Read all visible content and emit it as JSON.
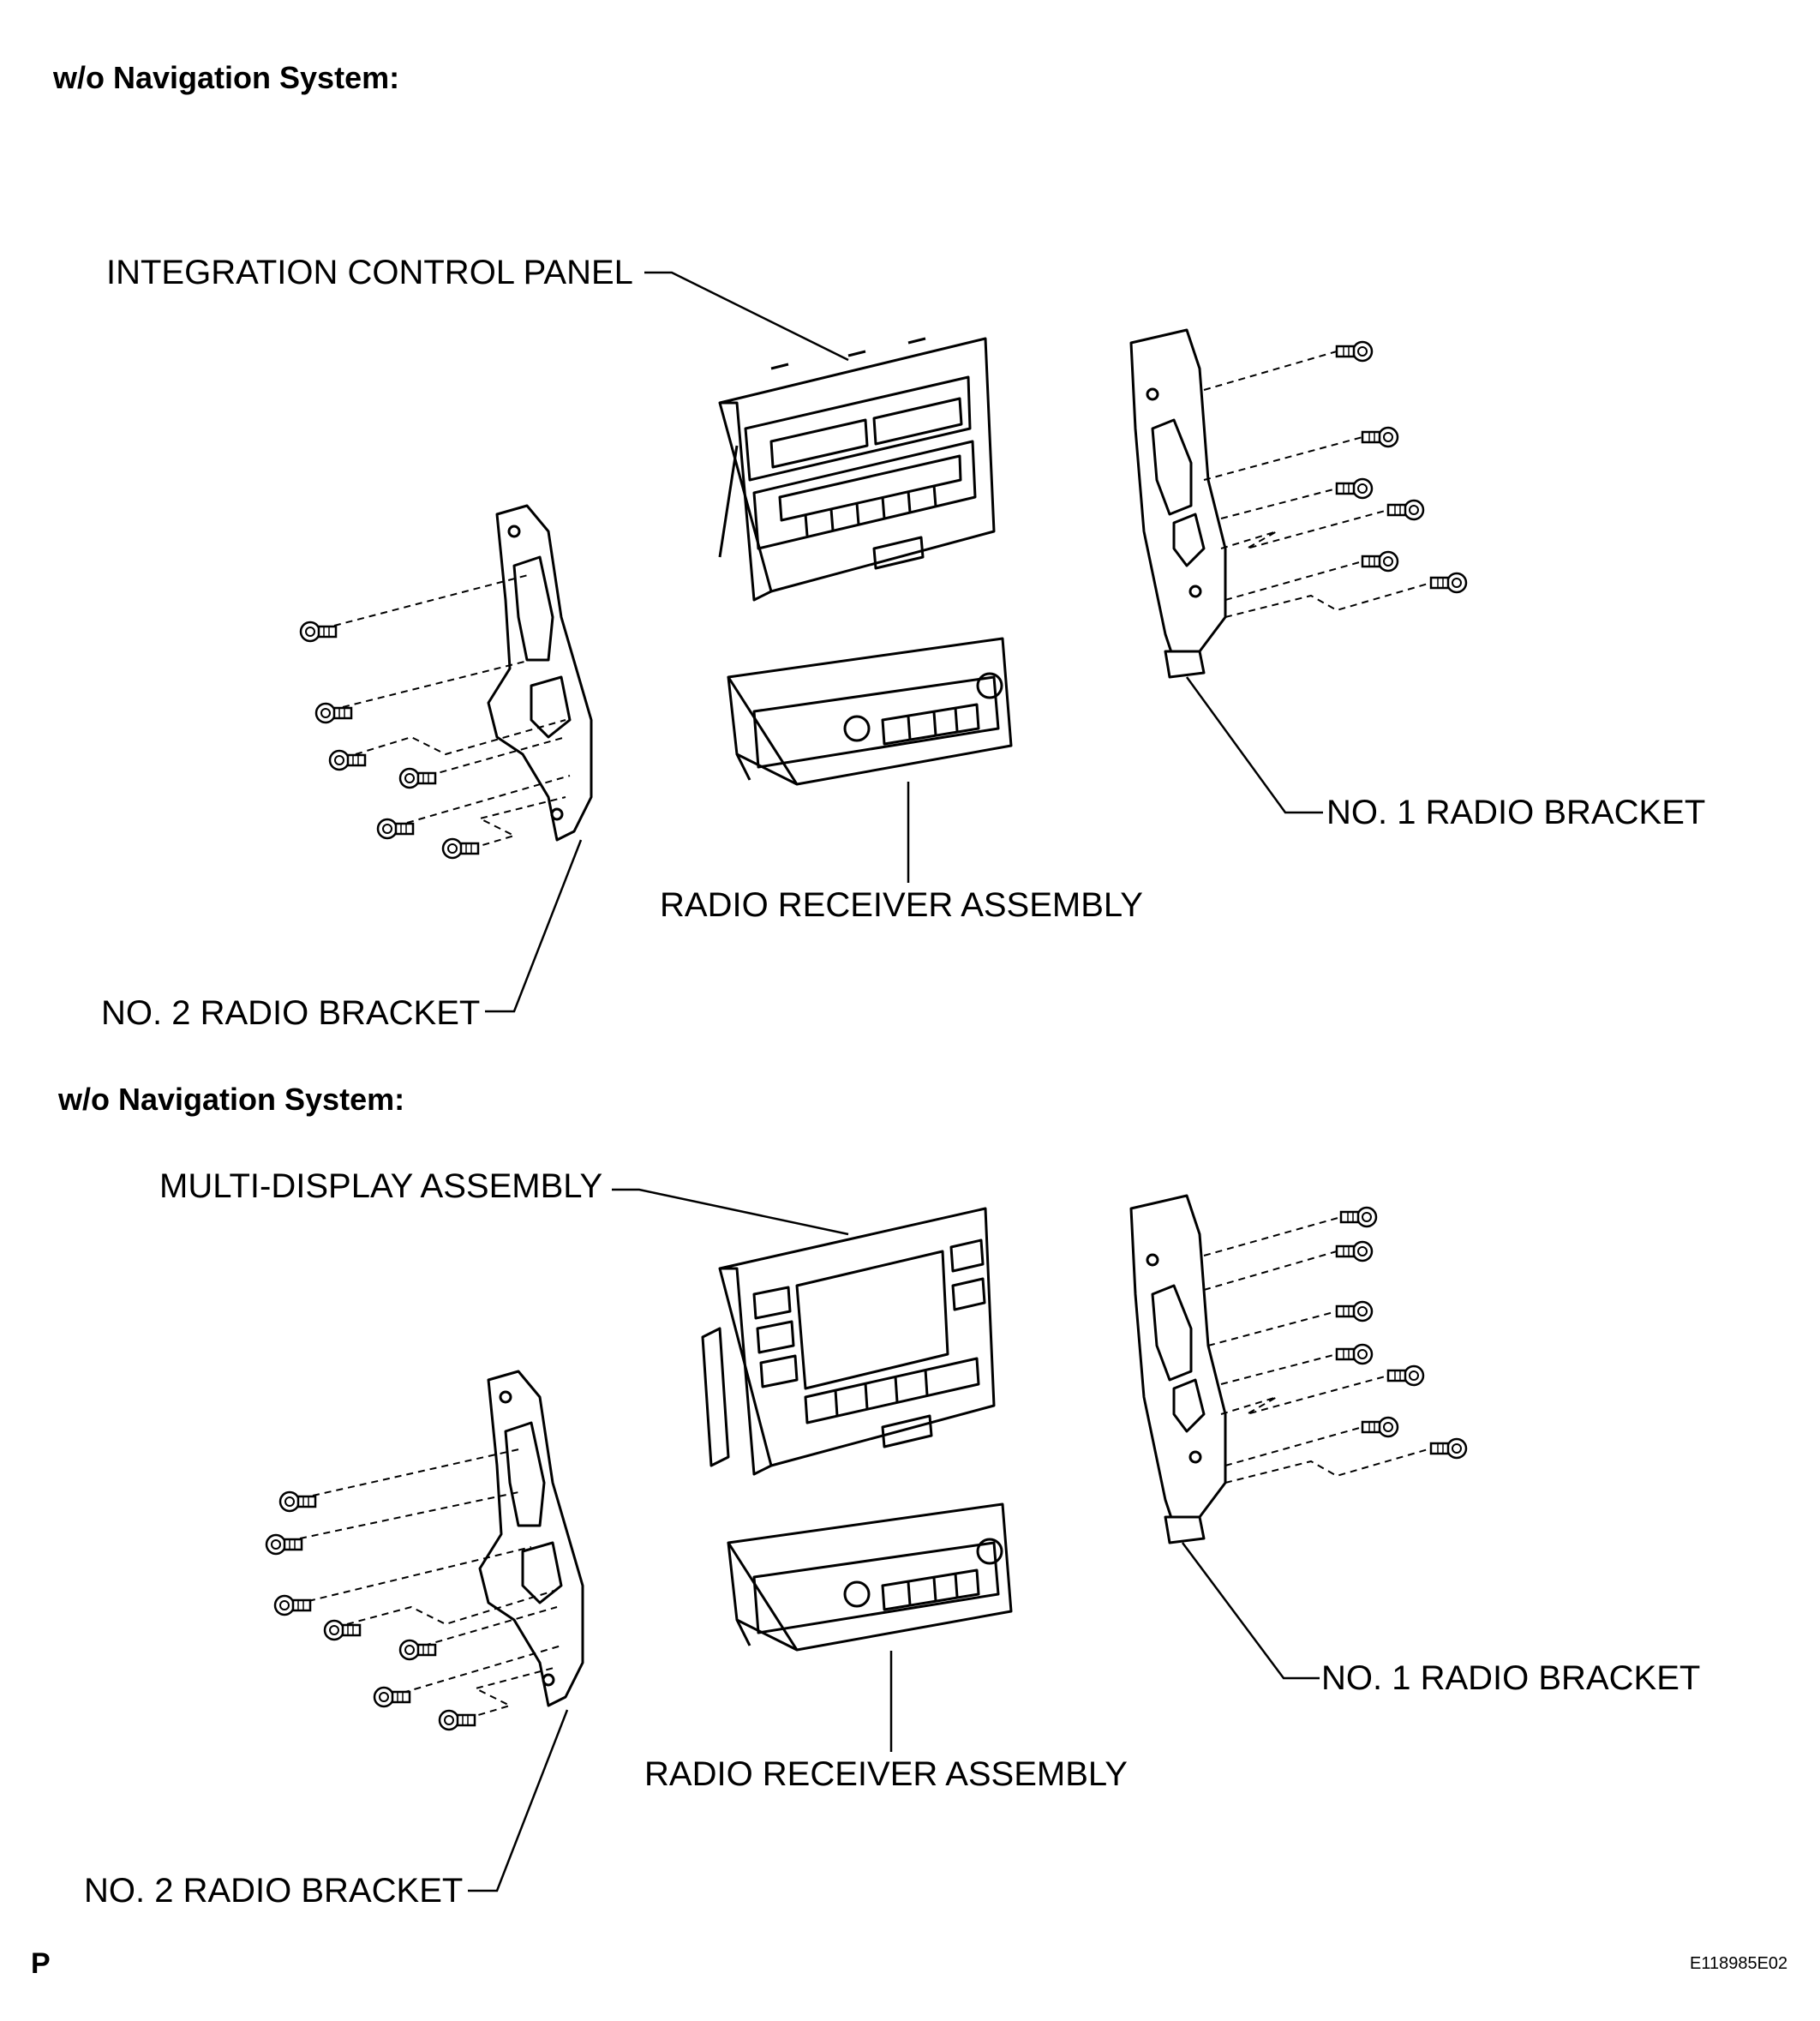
{
  "section_top": {
    "heading": "w/o Navigation System:",
    "labels": {
      "panel": "INTEGRATION CONTROL PANEL",
      "receiver": "RADIO RECEIVER ASSEMBLY",
      "bracket1": "NO. 1 RADIO BRACKET",
      "bracket2": "NO. 2 RADIO BRACKET"
    }
  },
  "section_bottom": {
    "heading": "w/o Navigation System:",
    "labels": {
      "panel": "MULTI-DISPLAY ASSEMBLY",
      "receiver": "RADIO RECEIVER ASSEMBLY",
      "bracket1": "NO. 1 RADIO BRACKET",
      "bracket2": "NO. 2 RADIO BRACKET"
    }
  },
  "footer": {
    "page_mark": "P",
    "figure_code": "E118985E02"
  }
}
